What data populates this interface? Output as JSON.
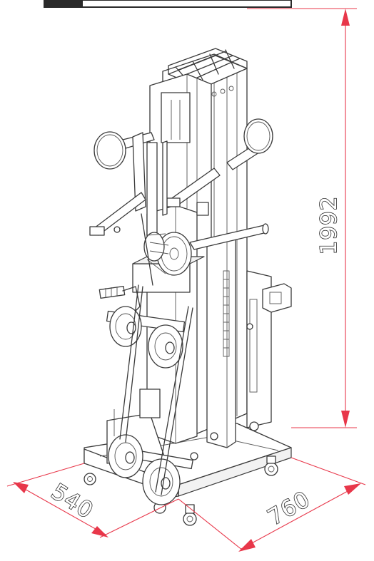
{
  "dimensions": {
    "height_label": "1992",
    "depth_label": "540",
    "width_label": "760"
  },
  "colors": {
    "dimension_line": "#e8374a",
    "line_art": "#3a3a3a",
    "background": "#ffffff",
    "header_bar": "#2a2a2a"
  }
}
